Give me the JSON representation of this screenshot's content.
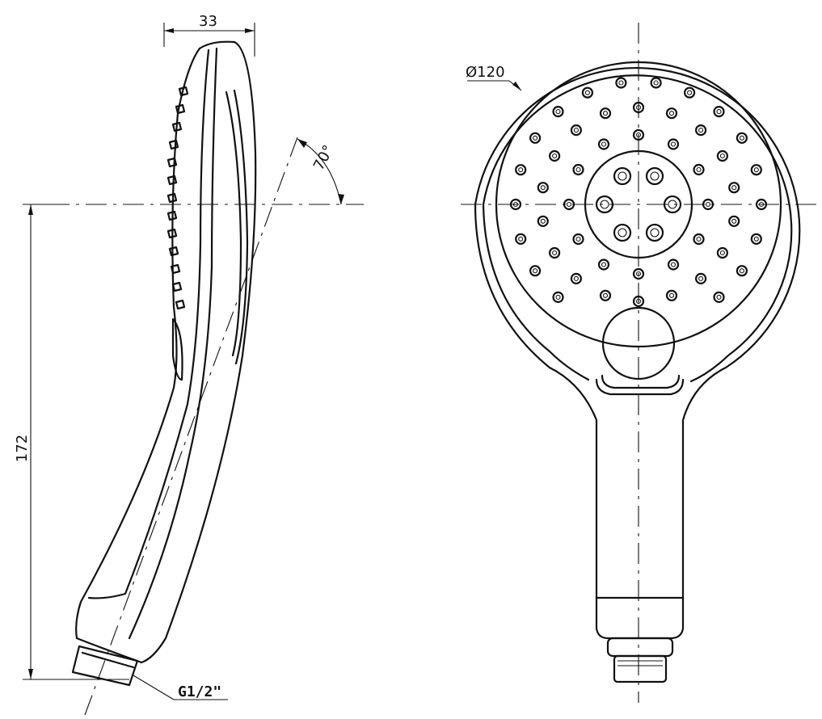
{
  "dimensions": {
    "width_head": "33",
    "height_total": "172",
    "spray_angle": "70°",
    "face_diameter": "Ø120",
    "thread": "G1/2\""
  }
}
